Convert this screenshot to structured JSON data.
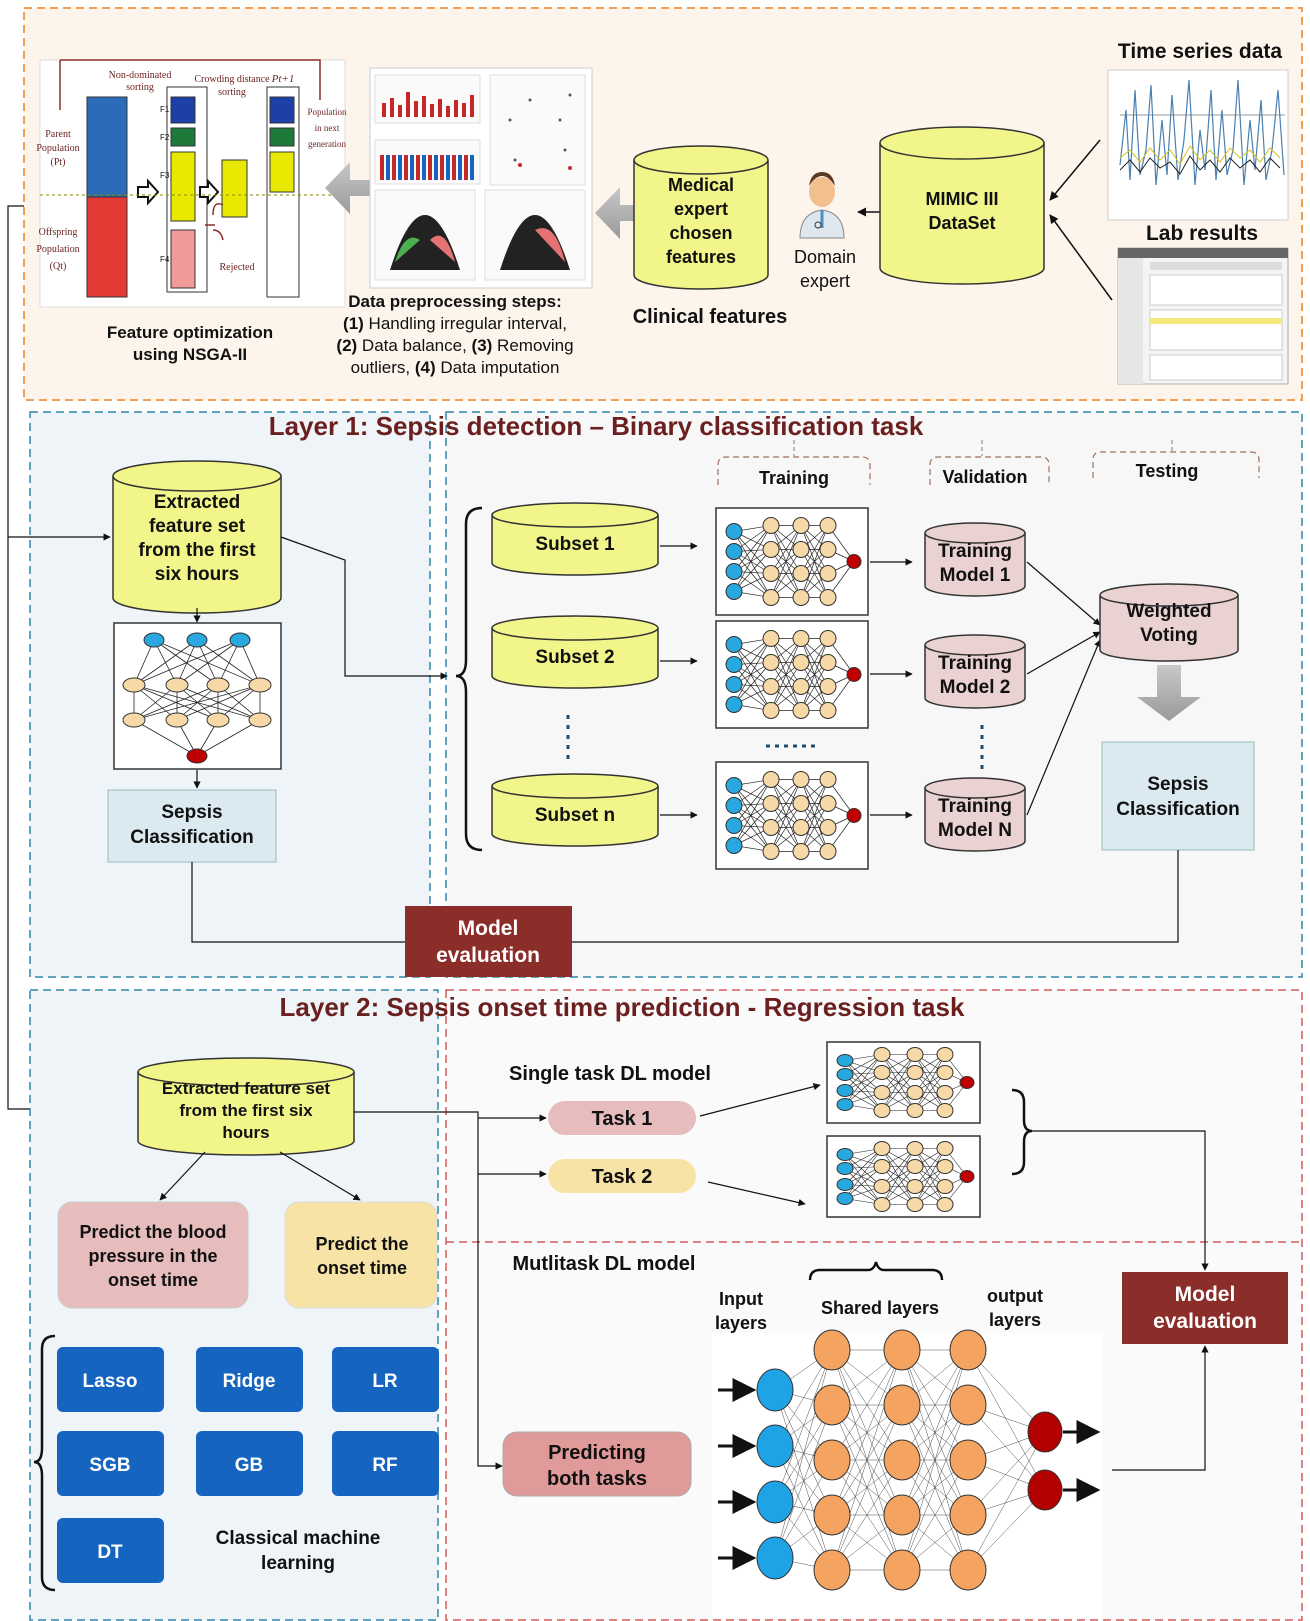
{
  "top": {
    "time_series_title": "Time series data",
    "lab_results_title": "Lab results",
    "mimic_label": [
      "MIMIC III",
      "DataSet"
    ],
    "domain_expert_label": [
      "Domain",
      "expert"
    ],
    "medical_expert_label": [
      "Medical",
      "expert",
      "chosen",
      "features"
    ],
    "clinical_features_caption": "Clinical features",
    "preprocessing_title": "Data preprocessing steps:",
    "preprocessing_lines": [
      [
        "(1)",
        " Handling irregular interval,"
      ],
      [
        "(2)",
        " Data balance, ",
        "(3)",
        " Removing"
      ],
      [
        "",
        "outliers,  ",
        "(4)",
        " Data imputation"
      ]
    ],
    "nsga_caption": [
      "Feature optimization",
      "using NSGA-II"
    ],
    "nsga_figure": {
      "non_dominated": [
        "Non-dominated",
        "sorting"
      ],
      "crowding": [
        "Crowding distance",
        "sorting"
      ],
      "pt1": "Pt+1",
      "population_next": [
        "Population",
        "in next",
        "generation"
      ],
      "parent": [
        "Parent",
        "Population",
        "(Pt)"
      ],
      "offspring": [
        "Offspring",
        "Population",
        "(Qt)"
      ],
      "fronts": [
        "F1",
        "F2",
        "F3",
        "F4"
      ],
      "rejected": "Rejected"
    }
  },
  "layer1": {
    "title": "Layer 1: Sepsis detection – Binary classification task",
    "extracted_label": [
      "Extracted",
      "feature set",
      "from the first",
      "six hours"
    ],
    "sepsis_classification_left": [
      "Sepsis",
      "Classification"
    ],
    "training_header": "Training",
    "validation_header": "Validation",
    "testing_header": "Testing",
    "subsets": [
      "Subset 1",
      "Subset 2",
      "Subset n"
    ],
    "models": [
      [
        "Training",
        "Model 1"
      ],
      [
        "Training",
        "Model 2"
      ],
      [
        "Training",
        "Model N"
      ]
    ],
    "weighted_voting": [
      "Weighted",
      "Voting"
    ],
    "sepsis_classification_right": [
      "Sepsis",
      "Classification"
    ],
    "model_evaluation": [
      "Model",
      "evaluation"
    ]
  },
  "layer2": {
    "title": "Layer 2: Sepsis onset time prediction -  Regression task",
    "extracted_label": [
      "Extracted feature set",
      "from the first six",
      "hours"
    ],
    "predict_bp": [
      "Predict the blood",
      "pressure in the",
      "onset time"
    ],
    "predict_onset": [
      "Predict the",
      "onset time"
    ],
    "ml_models": [
      "Lasso",
      "Ridge",
      "LR",
      "SGB",
      "GB",
      "RF",
      "DT"
    ],
    "classical_ml": [
      "Classical machine",
      "learning"
    ],
    "single_task_title": "Single task DL model",
    "task1": "Task 1",
    "task2": "Task 2",
    "multitask_title": "Mutlitask DL model",
    "input_layers": [
      "Input",
      "layers"
    ],
    "shared_layers": "Shared layers",
    "output_layers": [
      "output",
      "layers"
    ],
    "predicting_both": [
      "Predicting",
      "both tasks"
    ],
    "model_evaluation": [
      "Model",
      "evaluation"
    ]
  },
  "colors": {
    "yellow": "#f2f58a",
    "pink": "#e9cfcf",
    "maroon": "#8b2e2a",
    "blue_btn": "#1565c0",
    "light_blue": "#dbe9f1",
    "orange_border": "#f0a054",
    "blue_border": "#2e86ab",
    "red_border": "#d45b5b"
  }
}
